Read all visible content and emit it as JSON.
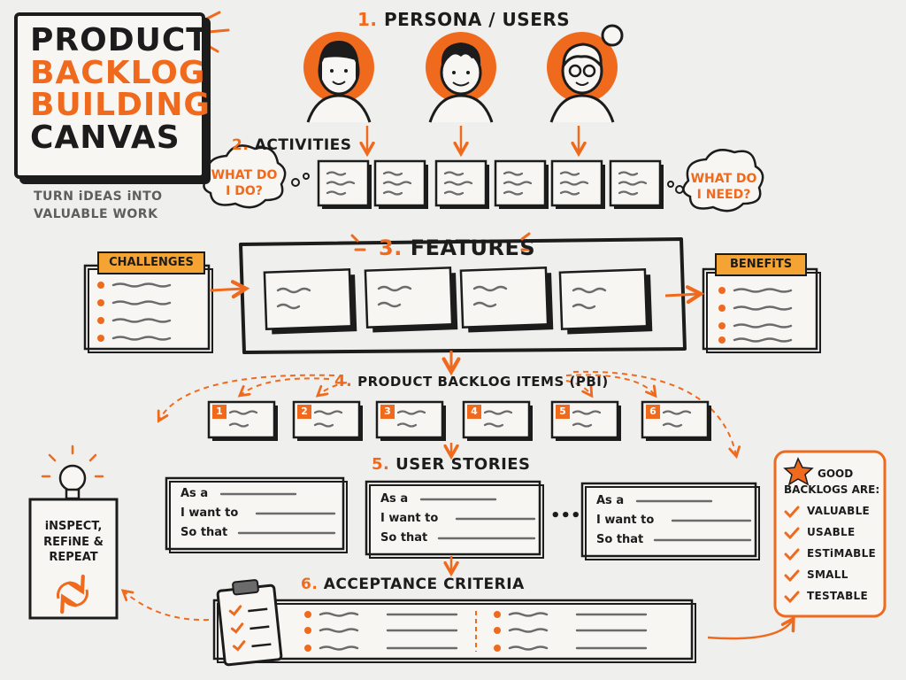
{
  "title": {
    "line1": "PRODUCT",
    "line2": "BACKLOG",
    "line3": "BUILDING",
    "line4": "CANVAS"
  },
  "tagline": {
    "line1": "TURN iDEAS iNTO",
    "line2": "VALUABLE WORK"
  },
  "sections": {
    "persona": {
      "num": "1.",
      "label": "PERSONA / USERS"
    },
    "activities": {
      "num": "2.",
      "label": "ACTIVITIES"
    },
    "features": {
      "num": "3.",
      "label": "FEATURES"
    },
    "pbi": {
      "num": "4.",
      "label": "PRODUCT BACKLOG ITEMS (PBI)"
    },
    "stories": {
      "num": "5.",
      "label": "USER STORIES"
    },
    "acceptance": {
      "num": "6.",
      "label": "ACCEPTANCE CRITERIA"
    }
  },
  "thoughts": {
    "left": {
      "line1": "WHAT DO",
      "line2": "I DO?"
    },
    "right": {
      "line1": "WHAT DO",
      "line2": "I NEED?"
    }
  },
  "challenges_label": "CHALLENGES",
  "benefits_label": "BENEFiTS",
  "pbi_numbers": [
    "1",
    "2",
    "3",
    "4",
    "5",
    "6"
  ],
  "story": {
    "as_a": "As a",
    "i_want_to": "I want to",
    "so_that": "So that",
    "ellipsis": "•••"
  },
  "inspect": {
    "line1": "iNSPECT,",
    "line2": "REFiNE &",
    "line3": "REPEAT"
  },
  "good_backlogs": {
    "line1": "GOOD",
    "line2": "BACKLOGS ARE:",
    "items": [
      "VALUABLE",
      "USABLE",
      "ESTiMABLE",
      "SMALL",
      "TESTABLE"
    ]
  },
  "colors": {
    "accent": "#f06a1e",
    "accent_light": "#f5a433",
    "ink": "#1c1c1c",
    "gray": "#6b6b6b",
    "paper": "#efefed"
  },
  "icons": [
    "person-icon",
    "lightbulb-icon",
    "refresh-cycle-icon",
    "star-icon",
    "check-icon",
    "clipboard-icon",
    "arrow-icon"
  ]
}
